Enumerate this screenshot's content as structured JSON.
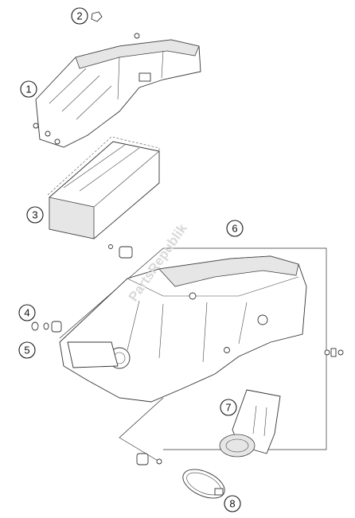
{
  "callouts": [
    {
      "number": "1"
    },
    {
      "number": "2"
    },
    {
      "number": "3"
    },
    {
      "number": "4"
    },
    {
      "number": "5"
    },
    {
      "number": "6"
    },
    {
      "number": "7"
    },
    {
      "number": "8"
    }
  ],
  "watermark": "PartsRepublik",
  "colors": {
    "line": "#333333",
    "background": "#ffffff",
    "shade": "#e6e6e6",
    "watermark": "#d9d9d9"
  }
}
